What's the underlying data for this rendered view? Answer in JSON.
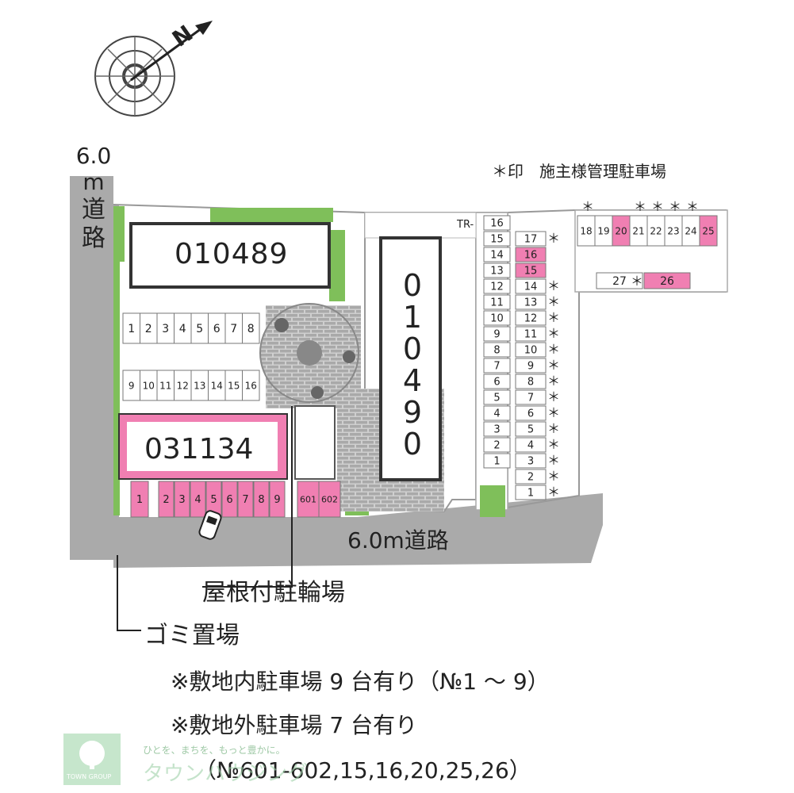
{
  "compass": {
    "north_label": "N"
  },
  "legend": {
    "reserved_note": "＊印　施主様管理駐車場",
    "reserved_mark": "＊"
  },
  "roads": {
    "west": [
      "6.0",
      "m",
      "道",
      "路"
    ],
    "south": "6.0m道路"
  },
  "buildings": {
    "north_west": "010489",
    "center": [
      "0",
      "1",
      "0",
      "4",
      "9",
      "0"
    ],
    "south_west": "031134"
  },
  "labels": {
    "tr": "TR-",
    "bike_parking": "屋根付駐輪場",
    "garbage": "ゴミ置場"
  },
  "parking": {
    "row_a": [
      "1",
      "2",
      "3",
      "4",
      "5",
      "6",
      "7",
      "8"
    ],
    "row_b": [
      "9",
      "10",
      "11",
      "12",
      "13",
      "14",
      "15",
      "16"
    ],
    "row_c": [
      "1",
      "2",
      "3",
      "4",
      "5",
      "6",
      "7",
      "8",
      "9",
      "601",
      "602"
    ],
    "col_left": [
      "16",
      "15",
      "14",
      "13",
      "12",
      "11",
      "10",
      "9",
      "8",
      "7",
      "6",
      "5",
      "4",
      "3",
      "2",
      "1"
    ],
    "col_right": [
      "17",
      "16",
      "15",
      "14",
      "13",
      "12",
      "11",
      "10",
      "9",
      "8",
      "7",
      "6",
      "5",
      "4",
      "3",
      "2",
      "1"
    ],
    "col_right_star": [
      true,
      false,
      false,
      true,
      true,
      true,
      true,
      true,
      true,
      true,
      true,
      true,
      true,
      true,
      true,
      true,
      true
    ],
    "top_right": [
      "18",
      "19",
      "20",
      "21",
      "22",
      "23",
      "24",
      "25"
    ],
    "top_right_star": [
      true,
      false,
      false,
      true,
      true,
      true,
      true,
      false
    ],
    "lone": [
      "27",
      "26"
    ]
  },
  "notes": [
    "※敷地内駐車場 9 台有り（№1 ～ 9）",
    "※敷地外駐車場 7 台有り",
    "（№601-602,15,16,20,25,26）"
  ],
  "watermark": {
    "tagline": "ひとを、まちを、もっと豊かに。",
    "brand": "タウンハウジング",
    "logo": "TOWN GROUP"
  },
  "colors": {
    "pink": "#f07fb2",
    "road": "#aaaaaa",
    "green": "#7fbf5a",
    "building_fill": "#ffffff",
    "paving": "#bdbdbd"
  }
}
